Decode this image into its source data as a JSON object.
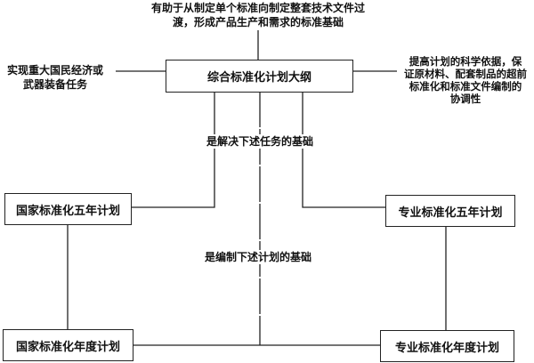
{
  "center": {
    "label": "综合标准化计划大纲"
  },
  "top_note": {
    "line1": "有助于从制定单个标准向制定整套技术文件过",
    "line2": "渡，形成产品生产和需求的标准基础"
  },
  "left_note": {
    "line1": "实现重大国民经济或",
    "line2": "武器装备任务"
  },
  "right_note": {
    "line1": "提高计划的科学依据，保",
    "line2": "证原材料、配套制品的超前",
    "line3": "标准化和标准文件编制的",
    "line4": "协调性"
  },
  "mid_label_1": "是解决下述任务的基础",
  "mid_label_2": "是编制下述计划的基础",
  "boxes": {
    "national_five_year": "国家标准化五年计划",
    "industry_five_year": "专业标准化五年计划",
    "national_annual": "国家标准化年度计划",
    "industry_annual": "专业标准化年度计划"
  }
}
